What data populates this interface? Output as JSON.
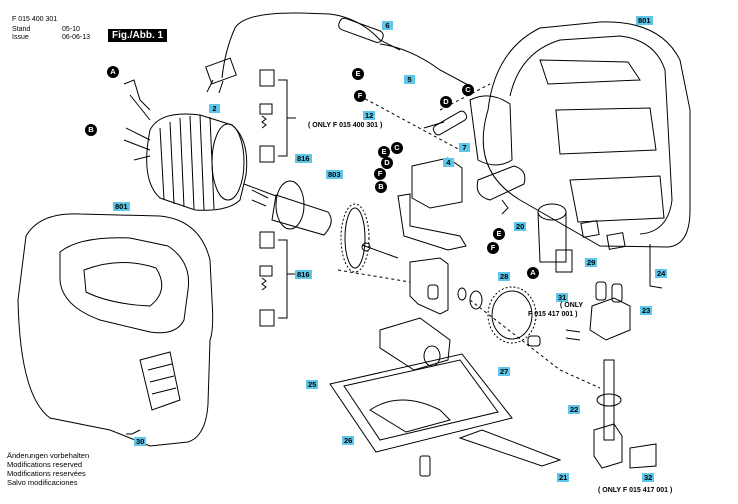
{
  "header": {
    "part_number": "F 015 400 301",
    "stand": "Stand",
    "issue": "Issue",
    "stand_date": "05-10",
    "issue_date": "06-06-13",
    "figure": "Fig./Abb. 1"
  },
  "callouts": [
    "2",
    "6",
    "5",
    "12",
    "7",
    "4",
    "816",
    "816",
    "803",
    "801",
    "801",
    "20",
    "29",
    "24",
    "28",
    "31",
    "23",
    "27",
    "25",
    "22",
    "26",
    "30",
    "21",
    "32"
  ],
  "markers": [
    "A",
    "B",
    "E",
    "F",
    "C",
    "D",
    "C",
    "E",
    "D",
    "F",
    "B",
    "E",
    "F",
    "A"
  ],
  "notes": [
    "( ONLY F 015 400 301 )",
    "( ONLY",
    "F 015 417 001 )",
    "( ONLY F 015 417 001 )"
  ],
  "modifications": [
    "Änderungen vorbehalten",
    "Modifications reserved",
    "Modifications reservées",
    "Salvo modificaciones"
  ],
  "colors": {
    "callout_fill": "#5ec6e8",
    "marker_fill": "#000000"
  }
}
